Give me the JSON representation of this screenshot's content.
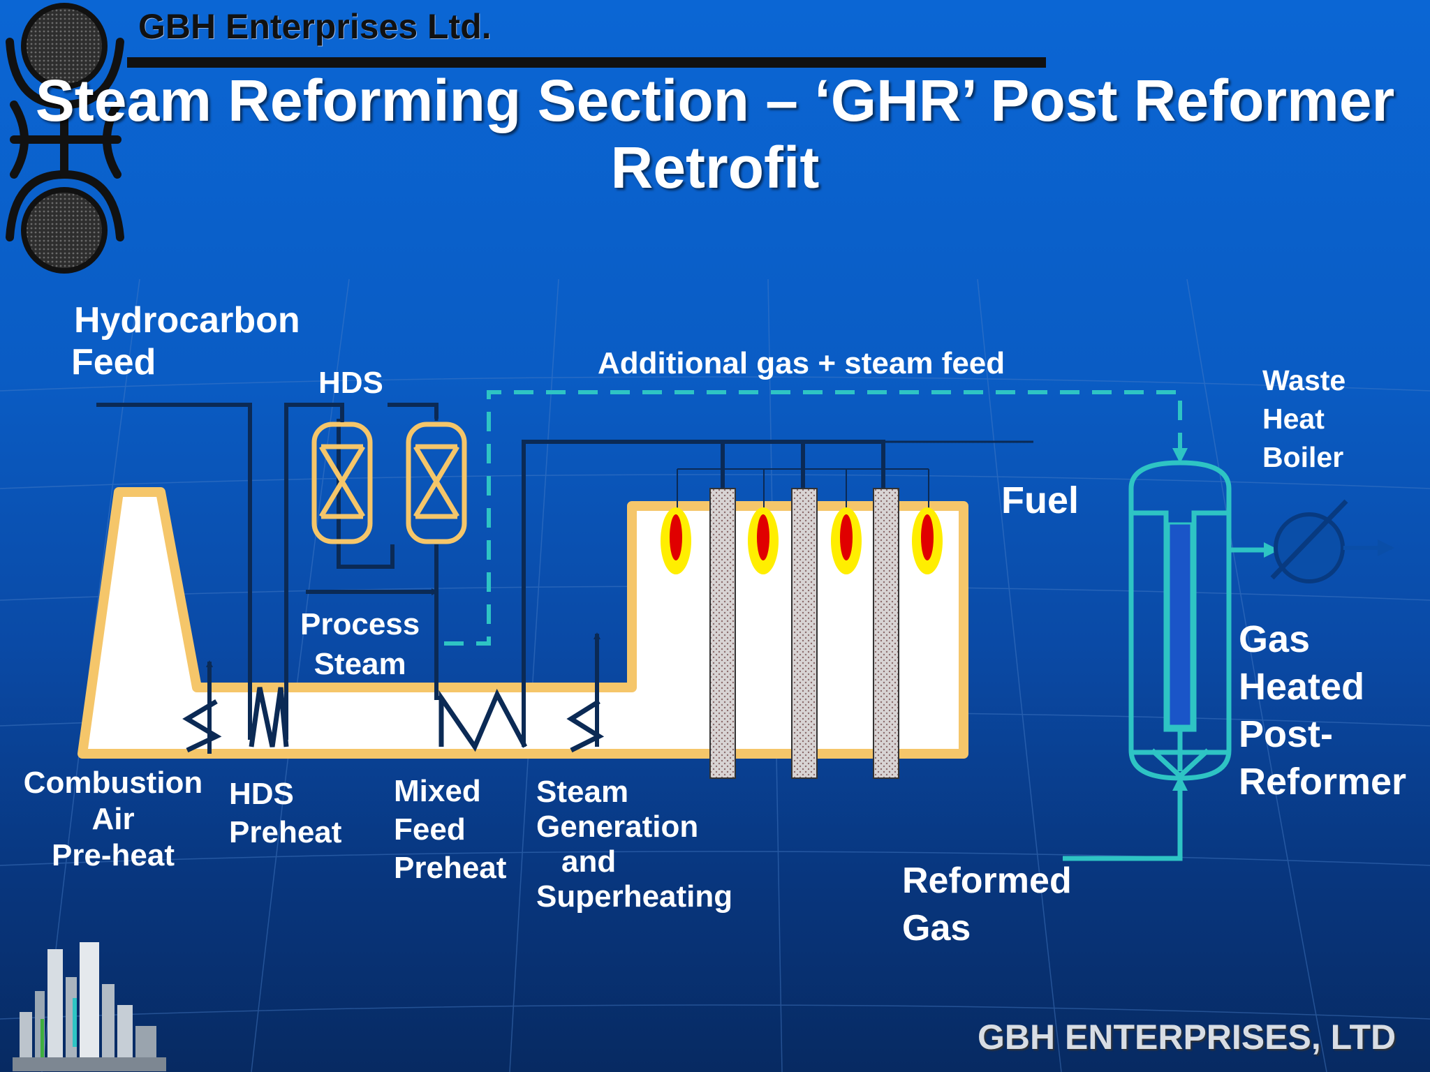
{
  "header": {
    "company": "GBH Enterprises Ltd.",
    "title": "Steam Reforming Section – ‘GHR’ Post Reformer Retrofit"
  },
  "footer": {
    "brand": "GBH ENTERPRISES, LTD"
  },
  "labels": {
    "hydrocarbon_feed": [
      "Hydrocarbon",
      "Feed"
    ],
    "hds": "HDS",
    "additional_feed": "Additional gas + steam feed",
    "waste_heat_boiler": [
      "Waste",
      "Heat",
      "Boiler"
    ],
    "fuel": "Fuel",
    "process_steam": [
      "Process",
      "Steam"
    ],
    "gas_heated_post_reformer": [
      "Gas",
      "Heated",
      "Post-",
      "Reformer"
    ],
    "combustion_air": [
      "Combustion",
      "Air",
      "Pre-heat"
    ],
    "hds_preheat": [
      "HDS",
      "Preheat"
    ],
    "mixed_feed": [
      "Mixed",
      "Feed",
      "Preheat"
    ],
    "steam_generation": [
      "Steam",
      "Generation",
      "and",
      "Superheating"
    ],
    "reformed_gas": [
      "Reformed",
      "Gas"
    ]
  },
  "colors": {
    "background": "#0a5cc4",
    "furnace_outline": "#f5c66a",
    "pipe": "#0b2a55",
    "ghr": "#2ec4c4",
    "flame_outer": "#ffee00",
    "flame_inner": "#e00000",
    "logo_circle": "#3a3a3a"
  },
  "icons": {
    "logo": "company-logo-icon",
    "skyline": "refinery-skyline-icon"
  }
}
